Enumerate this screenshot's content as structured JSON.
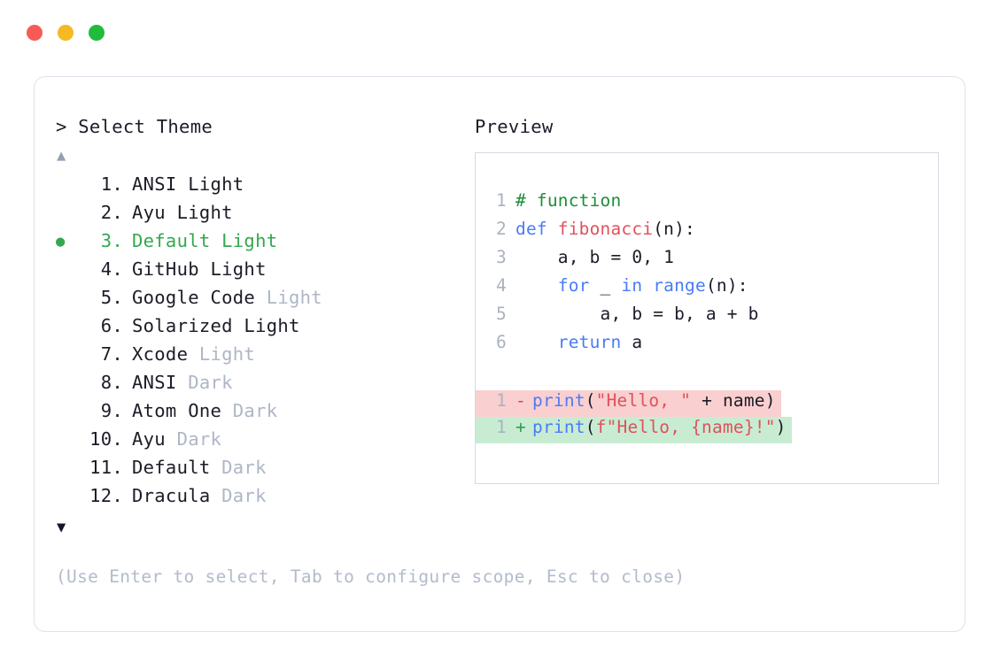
{
  "window": {
    "traffic_lights": [
      {
        "name": "close",
        "color": "#f65b55"
      },
      {
        "name": "minimize",
        "color": "#f5b924"
      },
      {
        "name": "maximize",
        "color": "#20bc3c"
      }
    ]
  },
  "left": {
    "prompt": "> Select Theme",
    "scroll_up": "▲",
    "scroll_down": "▼",
    "selected_index": 3,
    "selected_color": "#35a84f",
    "bullet": "●",
    "themes": [
      {
        "num": "1.",
        "name": "ANSI ",
        "suffix": "Light",
        "suffix_muted": false,
        "selected": false,
        "bullet": ""
      },
      {
        "num": "2.",
        "name": "Ayu ",
        "suffix": "Light",
        "suffix_muted": false,
        "selected": false,
        "bullet": ""
      },
      {
        "num": "3.",
        "name": "Default ",
        "suffix": "Light",
        "suffix_muted": false,
        "selected": true,
        "bullet": "●"
      },
      {
        "num": "4.",
        "name": "GitHub ",
        "suffix": "Light",
        "suffix_muted": false,
        "selected": false,
        "bullet": ""
      },
      {
        "num": "5.",
        "name": "Google Code ",
        "suffix": "Light",
        "suffix_muted": true,
        "selected": false,
        "bullet": ""
      },
      {
        "num": "6.",
        "name": "Solarized ",
        "suffix": "Light",
        "suffix_muted": false,
        "selected": false,
        "bullet": ""
      },
      {
        "num": "7.",
        "name": "Xcode ",
        "suffix": "Light",
        "suffix_muted": true,
        "selected": false,
        "bullet": ""
      },
      {
        "num": "8.",
        "name": "ANSI ",
        "suffix": "Dark",
        "suffix_muted": true,
        "selected": false,
        "bullet": ""
      },
      {
        "num": "9.",
        "name": "Atom One ",
        "suffix": "Dark",
        "suffix_muted": true,
        "selected": false,
        "bullet": ""
      },
      {
        "num": "10.",
        "name": "Ayu ",
        "suffix": "Dark",
        "suffix_muted": true,
        "selected": false,
        "bullet": ""
      },
      {
        "num": "11.",
        "name": "Default ",
        "suffix": "Dark",
        "suffix_muted": true,
        "selected": false,
        "bullet": ""
      },
      {
        "num": "12.",
        "name": "Dracula ",
        "suffix": "Dark",
        "suffix_muted": true,
        "selected": false,
        "bullet": ""
      }
    ],
    "hint": "(Use Enter to select, Tab to configure scope, Esc to close)"
  },
  "right": {
    "label": "Preview",
    "code_lines": [
      {
        "ln": "1",
        "tokens": [
          {
            "t": "# function",
            "c": "com"
          }
        ]
      },
      {
        "ln": "2",
        "tokens": [
          {
            "t": "def ",
            "c": "kw"
          },
          {
            "t": "fibonacci",
            "c": "fn"
          },
          {
            "t": "(n):",
            "c": "plain"
          }
        ]
      },
      {
        "ln": "3",
        "tokens": [
          {
            "t": "    a, b = 0, 1",
            "c": "plain"
          }
        ]
      },
      {
        "ln": "4",
        "tokens": [
          {
            "t": "    ",
            "c": "plain"
          },
          {
            "t": "for",
            "c": "kw"
          },
          {
            "t": " _ ",
            "c": "plain"
          },
          {
            "t": "in range",
            "c": "kw"
          },
          {
            "t": "(n):",
            "c": "plain"
          }
        ]
      },
      {
        "ln": "5",
        "tokens": [
          {
            "t": "        a, b = b, a + b",
            "c": "plain"
          }
        ]
      },
      {
        "ln": "6",
        "tokens": [
          {
            "t": "    ",
            "c": "plain"
          },
          {
            "t": "return",
            "c": "kw"
          },
          {
            "t": " a",
            "c": "plain"
          }
        ]
      }
    ],
    "diff_lines": [
      {
        "ln": "1",
        "kind": "del",
        "marker": "-",
        "bg": "#f9cfcf",
        "tokens": [
          {
            "t": "print",
            "c": "kw"
          },
          {
            "t": "(",
            "c": "plain"
          },
          {
            "t": "\"Hello, \"",
            "c": "str"
          },
          {
            "t": " + name)",
            "c": "plain"
          }
        ]
      },
      {
        "ln": "1",
        "kind": "add",
        "marker": "+",
        "bg": "#c8ecd2",
        "tokens": [
          {
            "t": "print",
            "c": "kw"
          },
          {
            "t": "(",
            "c": "plain"
          },
          {
            "t": "f\"Hello, {name}!\"",
            "c": "str"
          },
          {
            "t": ")",
            "c": "plain"
          }
        ]
      }
    ]
  }
}
